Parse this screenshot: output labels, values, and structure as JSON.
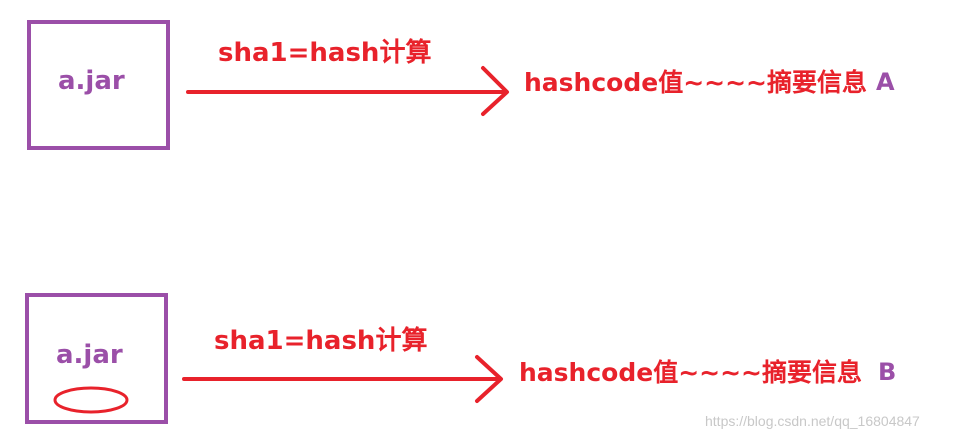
{
  "diagram": {
    "top": {
      "box_label": "a.jar",
      "operation": "sha1=hash计算",
      "result": "hashcode值~~~~摘要信息",
      "suffix": "A"
    },
    "bottom": {
      "box_label": "a.jar",
      "operation": "sha1=hash计算",
      "result": "hashcode值~~~~摘要信息",
      "suffix": "B"
    },
    "colors": {
      "box_border": "#9b4fa8",
      "label": "#9b4fa8",
      "text": "#e8222b",
      "arrow": "#e8222b",
      "mark": "#e8222b"
    }
  },
  "watermark": "https://blog.csdn.net/qq_16804847"
}
